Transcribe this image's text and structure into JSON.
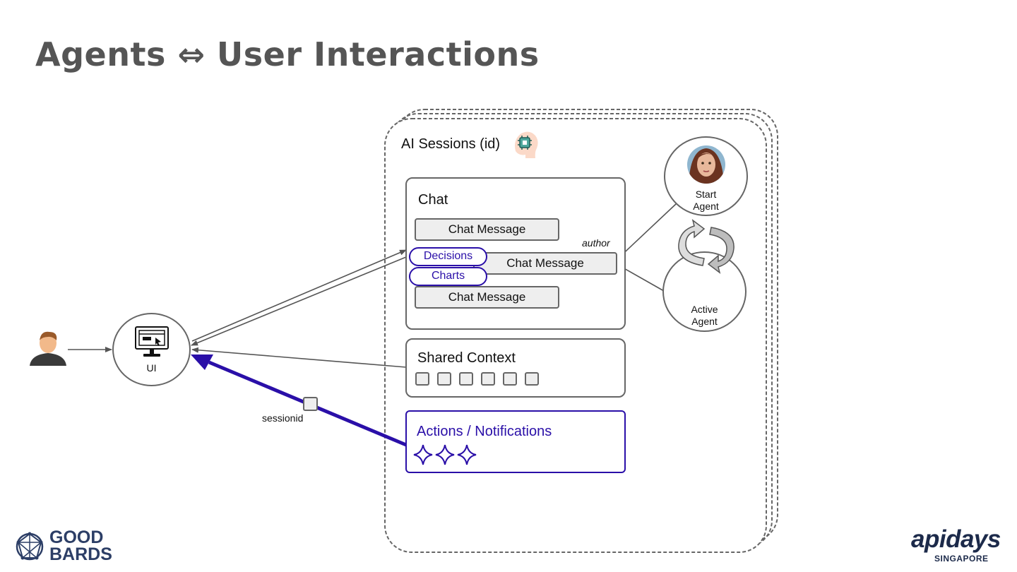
{
  "slide": {
    "title": "Agents ⇔ User Interactions"
  },
  "diagram": {
    "ui_label": "UI",
    "sessions_label": "AI Sessions (id)",
    "chat": {
      "title": "Chat",
      "messages": [
        "Chat Message",
        "Chat Message",
        "Chat Message"
      ],
      "author_label": "author",
      "attachments": [
        "Decisions",
        "Charts"
      ]
    },
    "shared_context": {
      "title": "Shared Context",
      "item_count": 6
    },
    "actions": {
      "title": "Actions / Notifications",
      "star_count": 3
    },
    "agents": {
      "start_line1": "Start",
      "start_line2": "Agent",
      "active_line1": "Active",
      "active_line2": "Agent"
    },
    "session_tag": "sessionid",
    "accent_color": "#2a0fa8"
  },
  "logos": {
    "left_line1": "GOOD",
    "left_line2": "BARDS",
    "right_main": "apidays",
    "right_sub": "SINGAPORE"
  }
}
